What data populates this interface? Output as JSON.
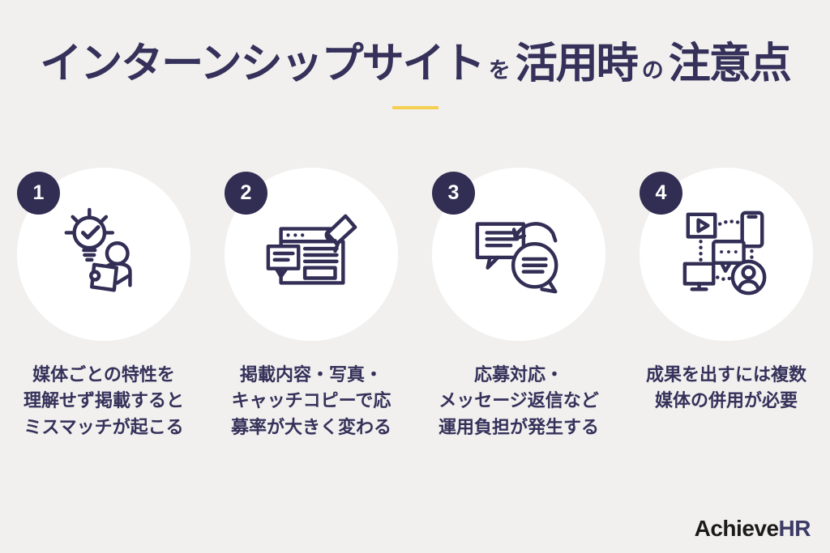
{
  "header": {
    "title_segments": [
      {
        "text": "インターンシップサイト"
      },
      {
        "text": "を"
      },
      {
        "text": "活用時"
      },
      {
        "text": "の"
      },
      {
        "text": "注意点"
      }
    ]
  },
  "items": [
    {
      "number": "1",
      "icon": "idea-person-icon",
      "caption_lines": [
        "媒体ごとの特性を",
        "理解せず掲載すると",
        "ミスマッチが起こる"
      ]
    },
    {
      "number": "2",
      "icon": "webpage-megaphone-icon",
      "caption_lines": [
        "掲載内容・写真・",
        "キャッチコピーで応",
        "募率が大きく変わる"
      ]
    },
    {
      "number": "3",
      "icon": "chat-exchange-icon",
      "caption_lines": [
        "応募対応・",
        "メッセージ返信など",
        "運用負担が発生する"
      ]
    },
    {
      "number": "4",
      "icon": "multichannel-icon",
      "caption_lines": [
        "成果を出すには複数",
        "媒体の併用が必要"
      ]
    }
  ],
  "footer": {
    "logo_part1": "Achieve",
    "logo_part2": "HR"
  },
  "colors": {
    "background": "#f1f0ee",
    "navy_text": "#35315a",
    "badge_navy": "#322d52",
    "icon_stroke": "#322e55",
    "accent_yellow": "#f5cf52",
    "circle_fill": "#ffffff",
    "logo_black": "#1b1b1b",
    "logo_navy": "#3d3a68"
  }
}
